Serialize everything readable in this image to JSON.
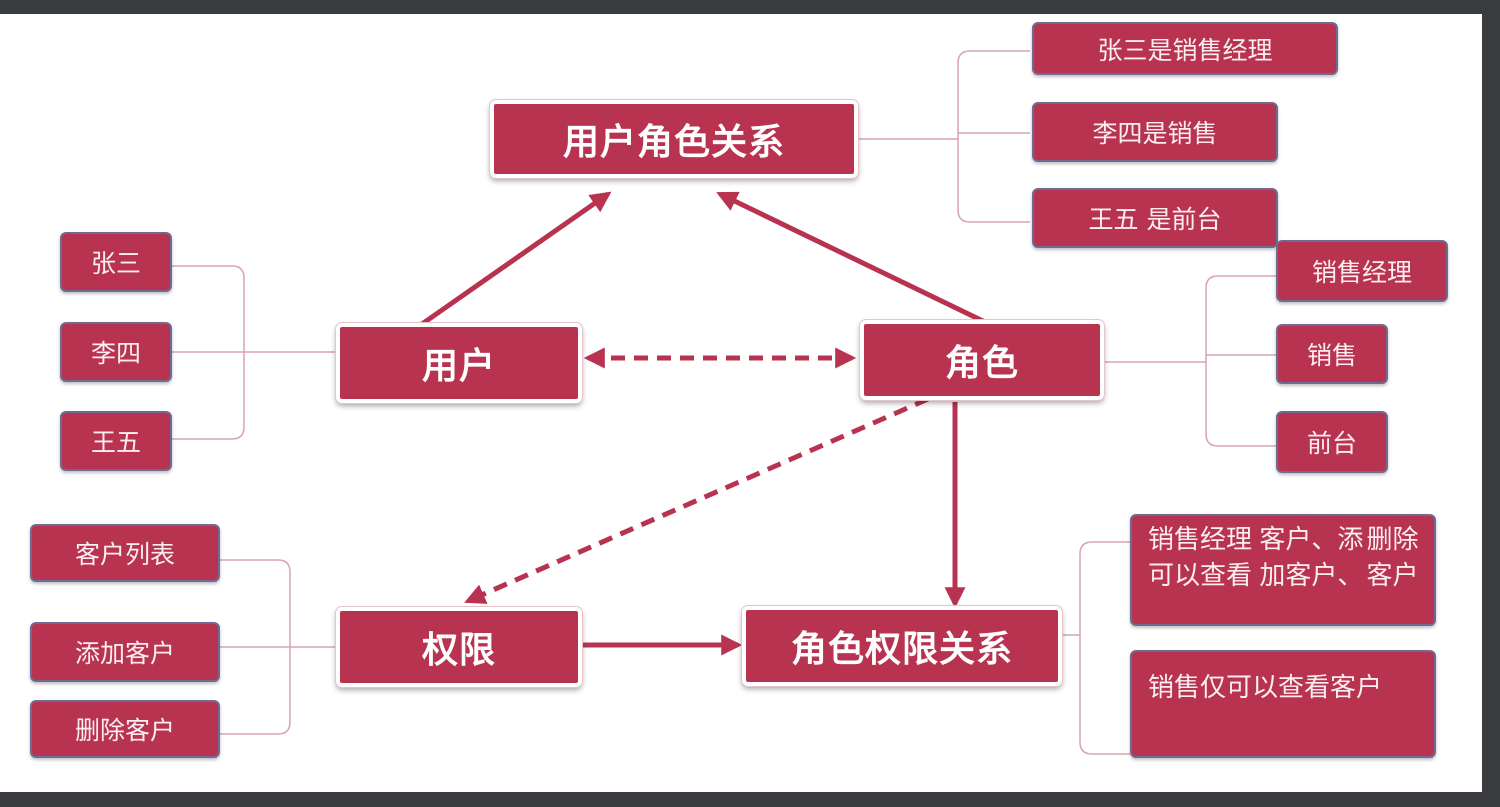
{
  "nodes": {
    "user_role_relation": "用户角色关系",
    "user": "用户",
    "role": "角色",
    "permission": "权限",
    "role_permission_relation": "角色权限关系"
  },
  "users": [
    "张三",
    "李四",
    "王五"
  ],
  "user_role_assignments": [
    "张三是销售经理",
    "李四是销售",
    "王五 是前台"
  ],
  "roles": [
    "销售经理",
    "销售",
    "前台"
  ],
  "permissions": [
    "客户列表",
    "添加客户",
    "删除客户"
  ],
  "role_permission_assignments": [
    {
      "lines": [
        "销售经理 可以查看",
        "客户、添加客户、",
        "删除客户"
      ]
    },
    {
      "lines": [
        "销售仅可以查看客",
        "户"
      ]
    }
  ],
  "colors": {
    "node_fill": "#b8334f",
    "arrow": "#b8334f",
    "bracket": "#d9a3af",
    "leaf_border": "#6d6a94"
  }
}
